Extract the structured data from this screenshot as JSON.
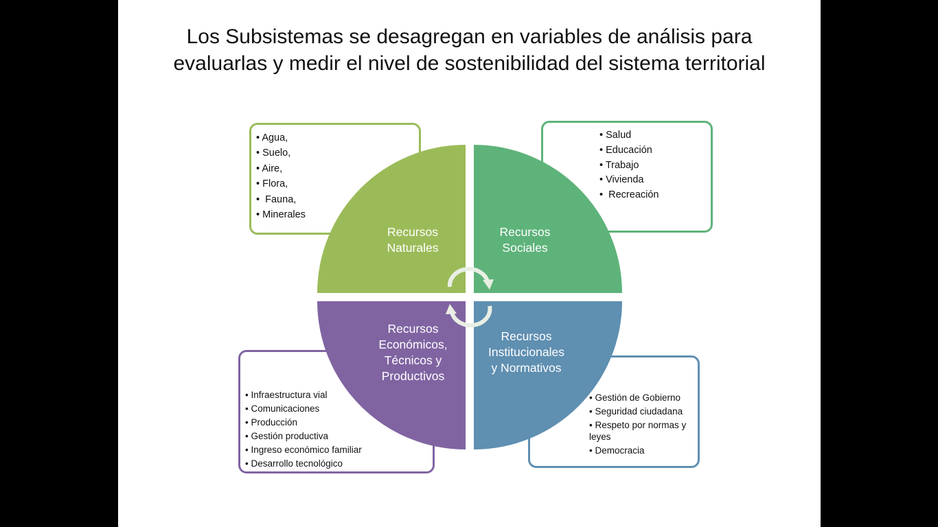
{
  "slide": {
    "title": "Los Subsistemas se desagregan en variables de análisis para evaluarlas y medir el nivel de sostenibilidad del sistema territorial"
  },
  "colors": {
    "naturales": "#9bbb59",
    "sociales": "#5eb37a",
    "economicos": "#8064a2",
    "institucionales": "#5f8fb1"
  },
  "quadrants": {
    "naturales": {
      "label_line1": "Recursos",
      "label_line2": "Naturales"
    },
    "sociales": {
      "label_line1": "Recursos",
      "label_line2": "Sociales"
    },
    "economicos": {
      "label_line1": "Recursos",
      "label_line2": "Económicos,",
      "label_line3": "Técnicos y",
      "label_line4": "Productivos"
    },
    "institucionales": {
      "label_line1": "Recursos",
      "label_line2": "Institucionales",
      "label_line3": "y Normativos"
    }
  },
  "lists": {
    "naturales": [
      "Agua,",
      "Suelo,",
      "Aire,",
      "Flora,",
      " Fauna,",
      "Minerales"
    ],
    "sociales": [
      "Salud",
      "Educación",
      "Trabajo",
      "Vivienda",
      " Recreación"
    ],
    "economicos": [
      "Infraestructura vial",
      "Comunicaciones",
      "Producción",
      "Gestión productiva",
      "Ingreso económico familiar",
      "Desarrollo tecnológico"
    ],
    "institucionales": [
      "Gestión de Gobierno",
      "Seguridad ciudadana",
      "Respeto por normas y leyes",
      "Democracia"
    ]
  }
}
